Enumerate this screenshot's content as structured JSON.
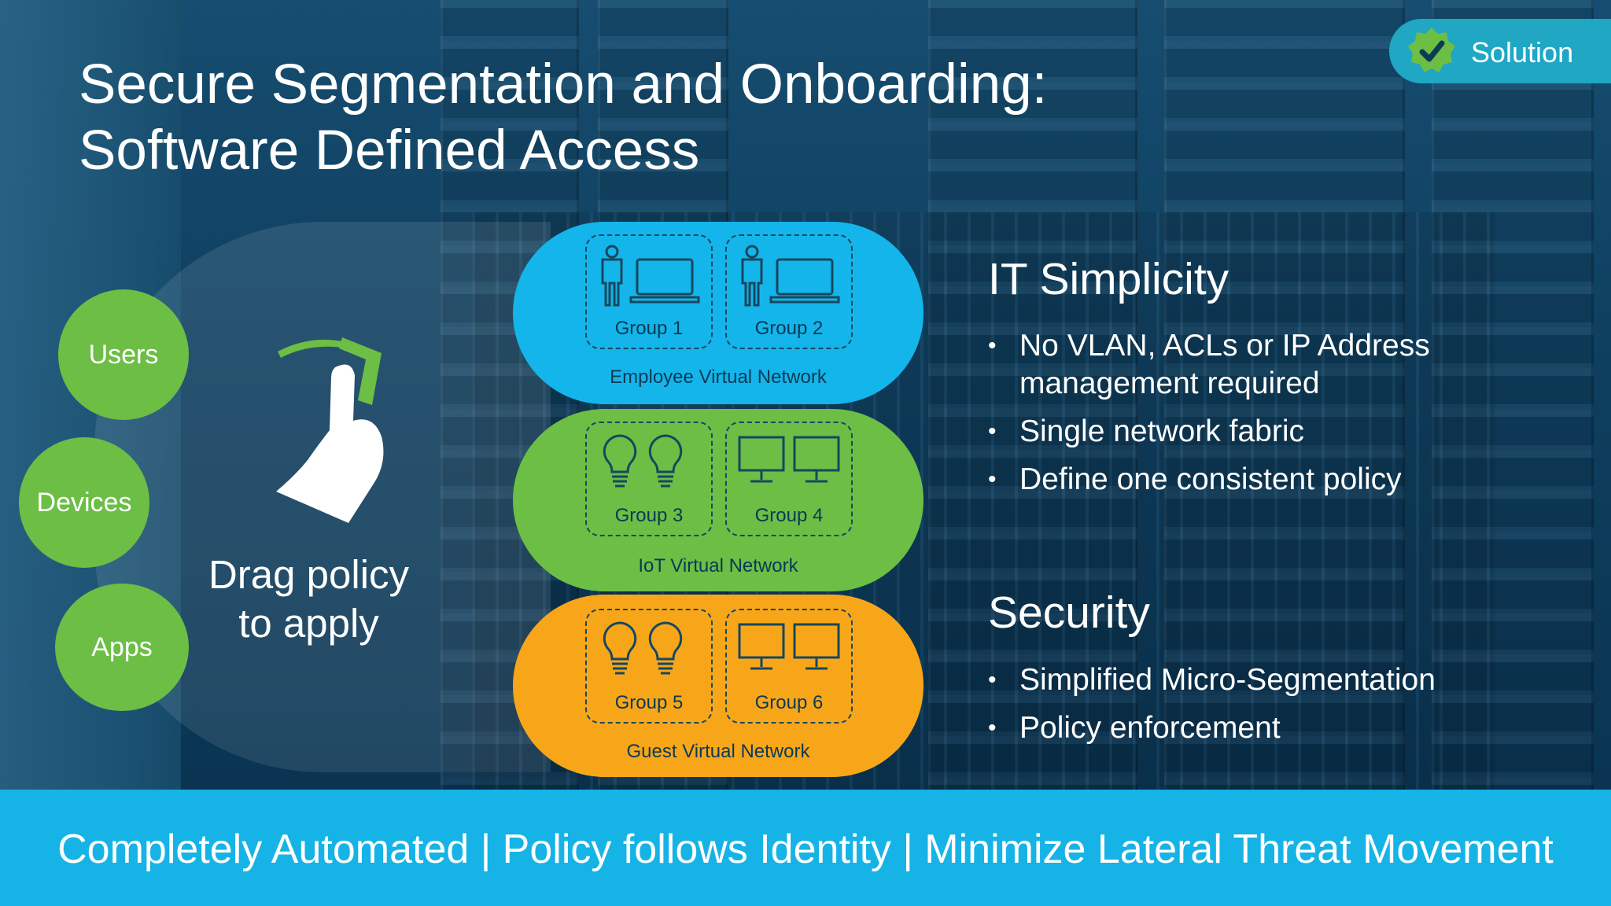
{
  "slide": {
    "title_line1": "Secure Segmentation and Onboarding:",
    "title_line2": "Software Defined Access",
    "badge": "Solution",
    "badge_icon": "check-badge-icon"
  },
  "left": {
    "circles": [
      "Users",
      "Devices",
      "Apps"
    ],
    "drag_line1": "Drag policy",
    "drag_line2": "to apply"
  },
  "networks": [
    {
      "name": "Employee Virtual Network",
      "color": "#13b5ea",
      "groups": [
        {
          "label": "Group 1",
          "icon": "user-laptop-icon"
        },
        {
          "label": "Group 2",
          "icon": "user-laptop-icon"
        }
      ]
    },
    {
      "name": "IoT Virtual Network",
      "color": "#6cbe45",
      "groups": [
        {
          "label": "Group 3",
          "icon": "lightbulb-icon"
        },
        {
          "label": "Group 4",
          "icon": "monitor-icon"
        }
      ]
    },
    {
      "name": "Guest Virtual Network",
      "color": "#f8a619",
      "groups": [
        {
          "label": "Group 5",
          "icon": "lightbulb-icon"
        },
        {
          "label": "Group 6",
          "icon": "monitor-icon"
        }
      ]
    }
  ],
  "it_simplicity": {
    "heading": "IT Simplicity",
    "bullets": [
      "No VLAN, ACLs or IP Address management required",
      "Single network fabric",
      "Define one consistent policy"
    ]
  },
  "security": {
    "heading": "Security",
    "bullets": [
      "Simplified Micro-Segmentation",
      "Policy enforcement"
    ]
  },
  "footer": "Completely Automated | Policy follows Identity | Minimize Lateral Threat Movement"
}
